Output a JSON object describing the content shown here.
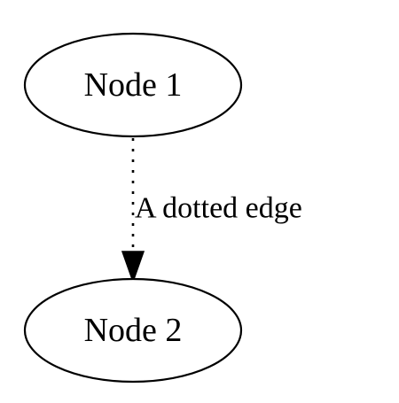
{
  "diagram": {
    "type": "graph",
    "colors": {
      "stroke": "#000000",
      "fill": "#ffffff",
      "text": "#000000"
    },
    "nodes": [
      {
        "id": "node1",
        "label": "Node 1"
      },
      {
        "id": "node2",
        "label": "Node 2"
      }
    ],
    "edges": [
      {
        "from": "node1",
        "to": "node2",
        "label": "A dotted edge",
        "style": "dotted",
        "arrow": "normal"
      }
    ]
  }
}
